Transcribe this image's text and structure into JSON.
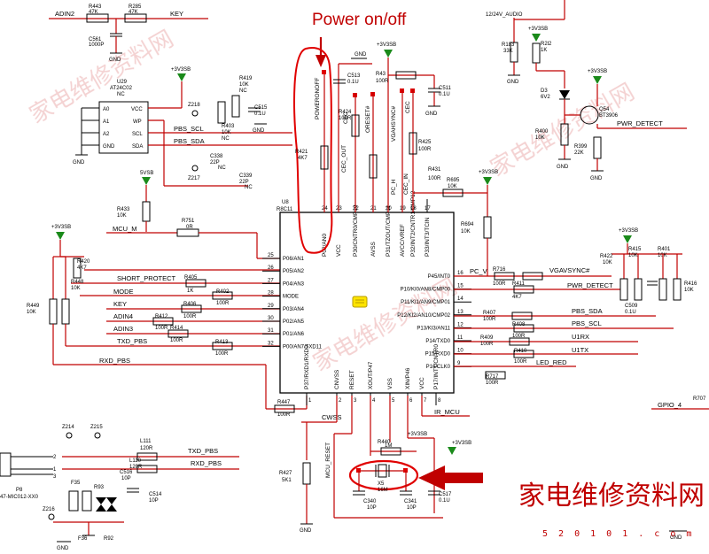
{
  "annotation": {
    "power_label": "Power on/off"
  },
  "watermark": {
    "cn": "家电维修资料网",
    "url": "5 2 0 1 0 1 . c o m"
  },
  "ic_u8": {
    "ref": "U8",
    "part": "R8C11",
    "top_pins": [
      {
        "num": "24",
        "name": "P02/AN0"
      },
      {
        "num": "23",
        "name": "VCC"
      },
      {
        "num": "22",
        "name": "P30/CNTR0/CMP10"
      },
      {
        "num": "21",
        "name": "AVSS"
      },
      {
        "num": "20",
        "name": "P31/TZOUT/CMP11"
      },
      {
        "num": "19",
        "name": "AVCC/VREF"
      },
      {
        "num": "18",
        "name": "P32/INT2/CNTR1/CMP12"
      },
      {
        "num": "17",
        "name": "P33/INT3/TCIN"
      }
    ],
    "left_pins": [
      {
        "num": "25",
        "name": "P06/AN1"
      },
      {
        "num": "26",
        "name": "P05/AN2"
      },
      {
        "num": "27",
        "name": "P04/AN3"
      },
      {
        "num": "28",
        "name": "MODE"
      },
      {
        "num": "29",
        "name": "P03/AN4"
      },
      {
        "num": "30",
        "name": "P02/AN5"
      },
      {
        "num": "31",
        "name": "P01/AN6"
      },
      {
        "num": "32",
        "name": "P00/AN7/TXD11"
      }
    ],
    "right_pins": [
      {
        "num": "16",
        "name": "P45/INT0"
      },
      {
        "num": "15",
        "name": "P10/KI0/AN8/CMP00"
      },
      {
        "num": "14",
        "name": "P11/KI1/AN9/CMP01"
      },
      {
        "num": "13",
        "name": "P12/KI2/AN10/CMP02"
      },
      {
        "num": "12",
        "name": "P13/KI3/AN11"
      },
      {
        "num": "11",
        "name": "P14/TXD0"
      },
      {
        "num": "10",
        "name": "P15/RXD0"
      },
      {
        "num": "9",
        "name": "P16/CLK0"
      }
    ],
    "bottom_pins": [
      {
        "num": "1",
        "name": "P37/RXD1/RXD0"
      },
      {
        "num": "2",
        "name": "CNVSS"
      },
      {
        "num": "3",
        "name": "RESET"
      },
      {
        "num": "4",
        "name": "XOUT/P47"
      },
      {
        "num": "5",
        "name": "VSS"
      },
      {
        "num": "6",
        "name": "XIN/P46"
      },
      {
        "num": "7",
        "name": "VCC"
      },
      {
        "num": "8",
        "name": "P17/INT1/CNTR0"
      }
    ]
  },
  "ic_u29": {
    "ref": "U29",
    "part": "AT24C02",
    "nc": "NC",
    "pins": [
      "A0",
      "A1",
      "A2",
      "GND",
      "VCC",
      "WP",
      "SCL",
      "SDA"
    ]
  },
  "nets": {
    "adin2": "ADIN2",
    "key": "KEY",
    "mcu_m": "MCU_M",
    "short_protect": "SHORT_PROTECT",
    "mode": "MODE",
    "key2": "KEY",
    "adin4": "ADIN4",
    "adin3": "ADIN3",
    "txd_pbs": "TXD_PBS",
    "rxd_pbs": "RXD_PBS",
    "pbs_scl": "PBS_SCL",
    "pbs_sda": "PBS_SDA",
    "pc_v": "PC_V",
    "pc_h": "PC_H",
    "vgavsync": "VGAVSYNC#",
    "pwr_detect": "PWR_DETECT",
    "pwr_detect2": "PWR_DETECT",
    "pbs_sda2": "PBS_SDA",
    "pbs_scl2": "PBS_SCL",
    "u1rx": "U1RX",
    "u1tx": "U1TX",
    "led_red": "LED_RED",
    "ir_mcu": "IR_MCU",
    "cwss": "CWSS",
    "mcu_reset": "MCU_RESET",
    "gpio4": "GPIO_4",
    "audio": "12/24V_AUDIO",
    "poweronoff": "POWERONOFF",
    "oreset": "ORESET#",
    "vgahsync": "VGAHSYNC#",
    "cec_out": "CEC_OUT",
    "cec_in": "CEC_IN",
    "cec": "CEC",
    "txd_pbs2": "TXD_PBS",
    "rxd_pbs2": "RXD_PBS"
  },
  "power": {
    "v33": "+3V3SB",
    "v5": "5VSB",
    "gnd": "GND"
  },
  "parts": {
    "r443": [
      "R443",
      "47K"
    ],
    "r285": [
      "R285",
      "47K"
    ],
    "c561": [
      "C561",
      "1000P"
    ],
    "r419": [
      "R419",
      "10K"
    ],
    "nc": "NC",
    "c515": [
      "C515",
      "0.1U"
    ],
    "z218": "Z218",
    "r403": [
      "R403",
      "10K"
    ],
    "c338": [
      "C338",
      "22P"
    ],
    "c339": [
      "C339",
      "22P"
    ],
    "z217": "Z217",
    "r433": [
      "R433",
      "10K"
    ],
    "r751": [
      "R751",
      "0R"
    ],
    "r420": [
      "R420",
      "4K7"
    ],
    "r405": [
      "R405",
      "1K"
    ],
    "r402": [
      "R402",
      "100R"
    ],
    "r406": [
      "R406",
      "100R"
    ],
    "r412": [
      "R412",
      "100R"
    ],
    "r414": [
      "R414",
      "100R"
    ],
    "r413": [
      "R413",
      "100R"
    ],
    "r449": [
      "R449",
      "10K"
    ],
    "r448": [
      "R448",
      "10K"
    ],
    "r447": [
      "R447",
      "100R"
    ],
    "c513": [
      "C513",
      "0.1U"
    ],
    "r424": [
      "R424",
      "100R"
    ],
    "r421": [
      "R421",
      "4K7"
    ],
    "r43x": [
      "R43",
      "100R"
    ],
    "c511": [
      "C511",
      "0.1U"
    ],
    "r425": [
      "R425",
      "100R"
    ],
    "r431": [
      "R431",
      "100R"
    ],
    "r695": [
      "R695",
      "10K"
    ],
    "r694": [
      "R694",
      "10K"
    ],
    "r716": [
      "R716",
      "100R"
    ],
    "r411": [
      "R411",
      "4K7"
    ],
    "r407": [
      "R407",
      "100R"
    ],
    "r408": [
      "R408",
      "100R"
    ],
    "r409": [
      "R409",
      "100R"
    ],
    "r410": [
      "R410",
      "100R"
    ],
    "r717": [
      "R717",
      "100R"
    ],
    "r422": [
      "R422",
      "10K"
    ],
    "r415": [
      "R415",
      "10K"
    ],
    "r401": [
      "R401",
      "10K"
    ],
    "r416": [
      "R416",
      "10K"
    ],
    "c509": [
      "C509",
      "0.1U"
    ],
    "r183": [
      "R183",
      "33K"
    ],
    "r212": [
      "R2l2",
      "1K"
    ],
    "d3": [
      "D3",
      "6V2"
    ],
    "q54": [
      "Q54",
      "BT3906"
    ],
    "r400": [
      "R400",
      "10K"
    ],
    "r399": [
      "R399",
      "22K"
    ],
    "r427": [
      "R427",
      "5K1"
    ],
    "r440": [
      "R440",
      "1M"
    ],
    "x5": [
      "X5",
      "16M"
    ],
    "c340": [
      "C340",
      "10P"
    ],
    "c341": [
      "C341",
      "10P"
    ],
    "c517": [
      "C517",
      "0.1U"
    ],
    "r707": "R707",
    "z214": "Z214",
    "z215": "Z215",
    "z216": "Z216",
    "l111": [
      "L111",
      "120R"
    ],
    "l110": [
      "L110",
      "120R"
    ],
    "c516": [
      "C516",
      "10P"
    ],
    "c514": [
      "C514",
      "10P"
    ],
    "f35": "F35",
    "f36": "F36",
    "r93": "R93",
    "r92": "R92",
    "p8": [
      "P8",
      "47-MIC012-XX0"
    ]
  },
  "connector_pins": [
    "2",
    "1",
    "3"
  ]
}
